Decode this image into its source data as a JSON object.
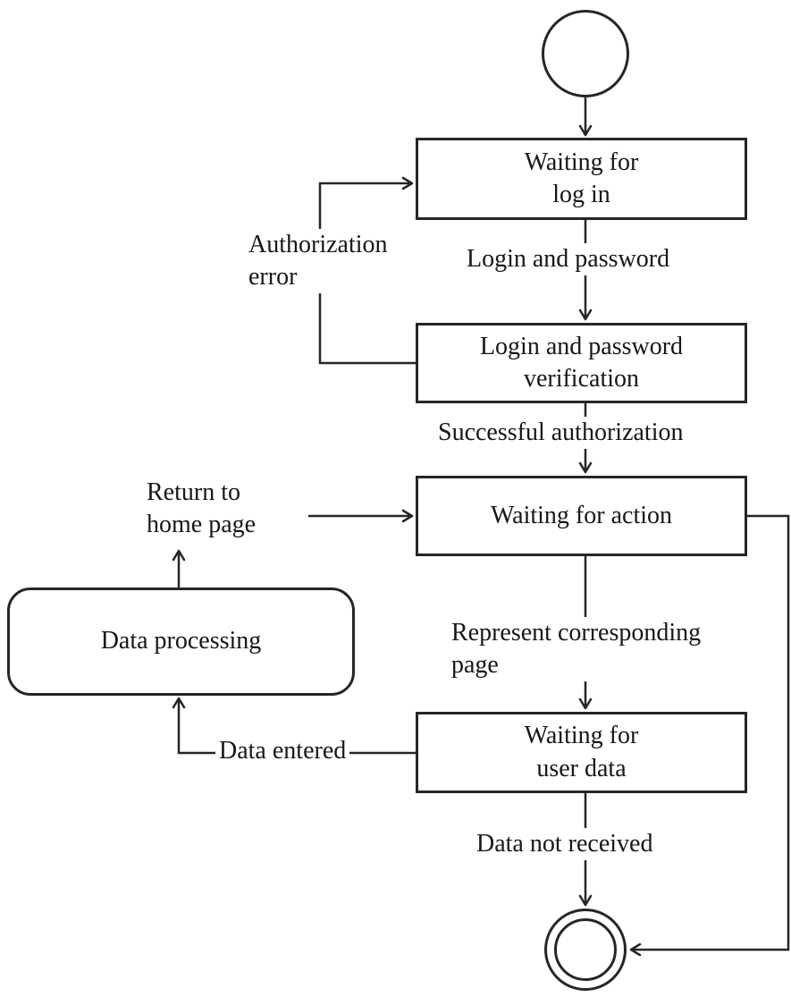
{
  "diagram": {
    "colors": {
      "stroke": "#262626",
      "text": "#171717",
      "background": "#ffffff"
    },
    "nodes": {
      "waiting_login": {
        "label": "Waiting for\nlog in"
      },
      "verification": {
        "label": "Login and password\nverification"
      },
      "waiting_action": {
        "label": "Waiting for action"
      },
      "data_processing": {
        "label": "Data processing"
      },
      "waiting_user_data": {
        "label": "Waiting for\nuser data"
      }
    },
    "edge_labels": {
      "login_password": "Login and password",
      "successful_authorization": "Successful authorization",
      "authorization_error": "Authorization\nerror",
      "return_home": "Return to\nhome page",
      "represent_page": "Represent corresponding\npage",
      "data_entered": "Data entered",
      "data_not_received": "Data not received"
    }
  }
}
